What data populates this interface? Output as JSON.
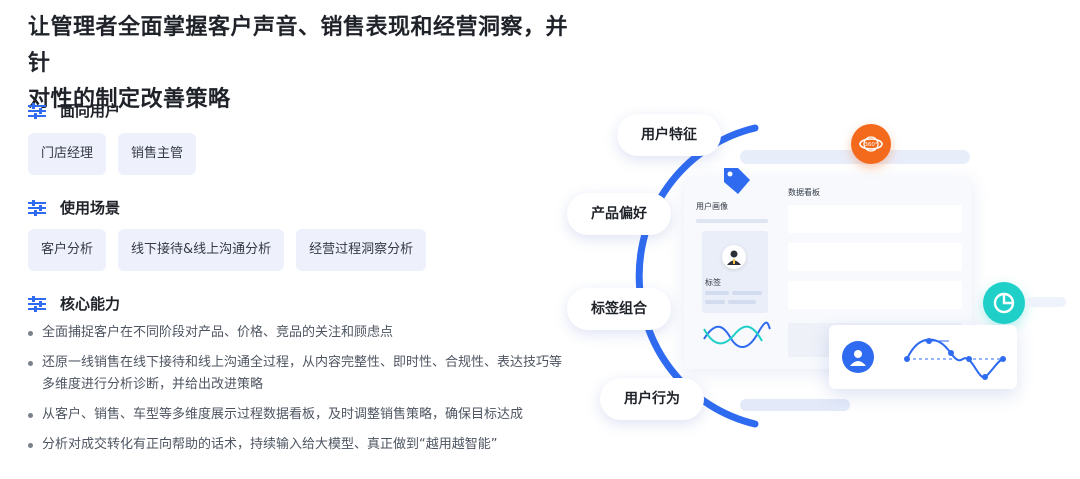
{
  "headline": {
    "line1": "让管理者全面掌握客户声音、销售表现和经营洞察，并针",
    "line2": "对性的制定改善策略"
  },
  "sections": {
    "users": {
      "title": "面向用户",
      "chips": [
        "门店经理",
        "销售主管"
      ]
    },
    "scenarios": {
      "title": "使用场景",
      "chips": [
        "客户分析",
        "线下接待&线上沟通分析",
        "经营过程洞察分析"
      ]
    },
    "capabilities": {
      "title": "核心能力",
      "bullets": [
        "全面捕捉客户在不同阶段对产品、价格、竞品的关注和顾虑点",
        "还原一线销售在线下接待和线上沟通全过程，从内容完整性、即时性、合规性、表达技巧等多维度进行分析诊断，并给出改进策略",
        "从客户、销售、车型等多维度展示过程数据看板，及时调整销售策略，确保目标达成",
        "分析对成交转化有正向帮助的话术，持续输入给大模型、真正做到“越用越智能”"
      ]
    }
  },
  "illustration": {
    "pills": [
      "用户特征",
      "产品偏好",
      "标签组合",
      "用户行为"
    ],
    "panel": {
      "profile_title": "用户画像",
      "tag_label": "标签",
      "dashboard_title": "数据看板"
    },
    "badge_text": "360°",
    "colors": {
      "accent_blue": "#2f6bf0",
      "orange": "#f46a1c",
      "teal": "#1fd0c8",
      "chip_bg": "#eef1fb"
    },
    "icons": [
      "sliders-icon",
      "tag-icon",
      "rotate-360-icon",
      "pie-chart-icon",
      "user-avatar-icon",
      "line-chart-icon",
      "wave-chart-icon"
    ]
  }
}
